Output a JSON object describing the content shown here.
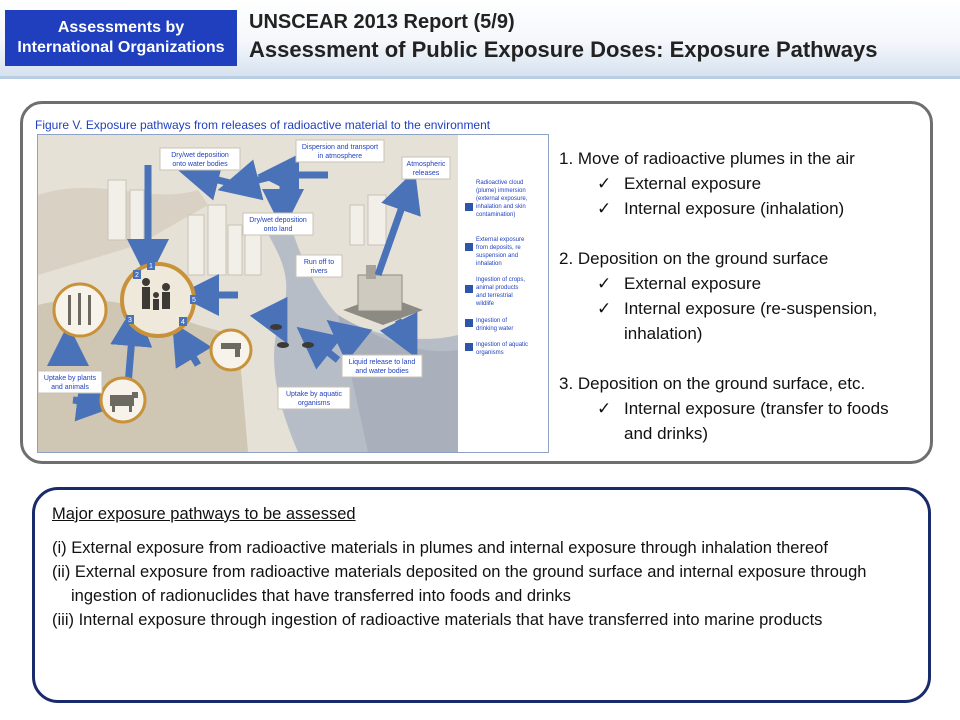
{
  "header": {
    "badge_line1": "Assessments by",
    "badge_line2": "International Organizations",
    "title_line1": "UNSCEAR 2013  Report (5/9)",
    "title_line2": "Assessment of Public Exposure Doses: Exposure Pathways"
  },
  "figure": {
    "caption": "Figure V. Exposure pathways from releases of radioactive material to the environment",
    "labels": {
      "dry_wet_water_1": "Dry/wet deposition",
      "dry_wet_water_2": "onto water bodies",
      "dispersion_1": "Dispersion and transport",
      "dispersion_2": "in atmosphere",
      "atmospheric_1": "Atmospheric",
      "atmospheric_2": "releases",
      "dry_wet_land_1": "Dry/wet deposition",
      "dry_wet_land_2": "onto land",
      "runoff_1": "Run off to",
      "runoff_2": "rivers",
      "liquid_1": "Liquid release  to land",
      "liquid_2": "and water  bodies",
      "uptake_aquatic_1": "Uptake by aquatic",
      "uptake_aquatic_2": "organisms",
      "uptake_plants_1": "Uptake by plants",
      "uptake_plants_2": "and animals"
    },
    "numbers": [
      "1",
      "2",
      "3",
      "4",
      "5"
    ],
    "legend": [
      {
        "lines": [
          "Radioactive cloud",
          "(plume) immersion",
          "(external exposure,",
          "inhalation and skin",
          "contamination)"
        ]
      },
      {
        "lines": [
          "External exposure",
          "from deposits, re",
          "suspension and",
          "inhalation"
        ]
      },
      {
        "lines": [
          "Ingestion of crops,",
          "animal products",
          "and terrestrial",
          "wildlife"
        ]
      },
      {
        "lines": [
          "Ingestion of",
          "drinking water"
        ]
      },
      {
        "lines": [
          "Ingestion of aquatic",
          "organisms"
        ]
      }
    ],
    "colors": {
      "arrow": "#4a72b8",
      "ring": "#c8923a",
      "legend_square": "#2f55a8"
    }
  },
  "pathways": {
    "p1_heading": "1. Move of radioactive plumes in the air",
    "p1_items": [
      "External exposure",
      "Internal exposure  (inhalation)"
    ],
    "p2_heading": "2. Deposition on the ground surface",
    "p2_items": [
      "External exposure",
      "Internal exposure  (re-suspension,",
      "inhalation)"
    ],
    "p3_heading": "3. Deposition on the ground surface, etc.",
    "p3_items": [
      "Internal exposure  (transfer to foods",
      "and drinks)"
    ],
    "check_glyph": "✓"
  },
  "major": {
    "heading": "Major exposure pathways to be assessed",
    "items": [
      "(i) External exposure from radioactive materials in plumes and internal exposure through inhalation thereof",
      "(ii) External exposure from radioactive materials deposited on the ground surface and internal exposure through ingestion of radionuclides that have transferred into foods and drinks",
      "(iii) Internal exposure through ingestion of radioactive materials that have transferred into marine products"
    ]
  }
}
